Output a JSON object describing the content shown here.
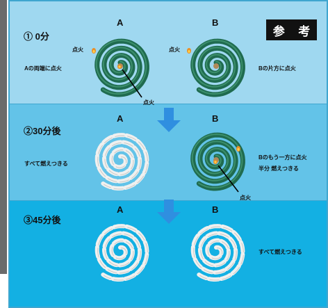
{
  "reference_badge": [
    "参",
    "考"
  ],
  "colors": {
    "panel1": "#9fd8f0",
    "panel2": "#63c3e8",
    "panel3": "#13b0e3",
    "coil": "#1f6b4f",
    "ash": "#f0f0ef",
    "arrow": "#2f8fe0"
  },
  "steps": [
    {
      "title": "① 0分",
      "col_a": "A",
      "col_b": "B",
      "note_a": "Aの両端に点火",
      "note_b": "Bの片方に点火",
      "fire_labels": [
        "点火",
        "点火",
        "点火"
      ]
    },
    {
      "title": "②30分後",
      "col_a": "A",
      "col_b": "B",
      "note_a": "すべて燃えつきる",
      "note_b_line1": "Bのもう一方に点火",
      "note_b_line2": "半分 燃えつきる",
      "fire_labels": [
        "点火"
      ]
    },
    {
      "title": "③45分後",
      "col_a": "A",
      "col_b": "B",
      "note_b": "すべて燃えつきる"
    }
  ]
}
